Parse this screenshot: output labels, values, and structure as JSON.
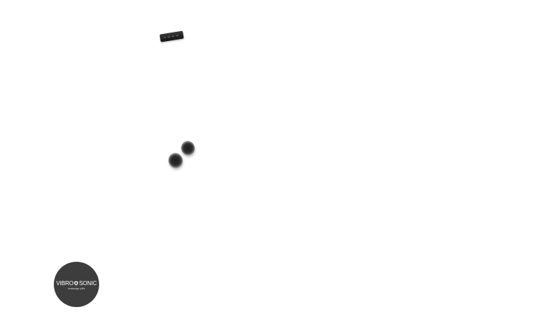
{
  "brand": {
    "name_left": "VIBRO",
    "name_right": "SONIC",
    "tagline": "massage pills",
    "badge_color": "#3d3d3d",
    "icon": "shield-icon"
  },
  "products": {
    "items": [
      "device-bar",
      "speaker-pods"
    ]
  }
}
